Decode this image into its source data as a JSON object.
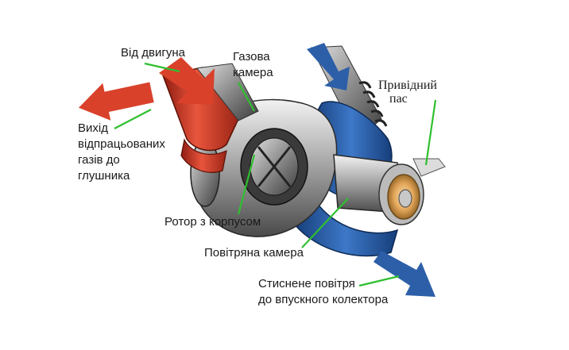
{
  "labels": {
    "from_engine": "Від двигуна",
    "gas_chamber": [
      "Газова",
      "камера"
    ],
    "drive_belt": [
      "Привідний",
      "пас"
    ],
    "exhaust_out": [
      "Вихід",
      "відпрацьованих",
      "газів до",
      "глушника"
    ],
    "rotor_housing": "Ротор з  корпусом",
    "air_chamber": "Повітряна камера",
    "compressed_air": [
      "Стиснене повітря",
      "до впускного колектора"
    ]
  },
  "colors": {
    "hot_arrow": "#d9412b",
    "cold_arrow": "#2d5fa8",
    "leader_line": "#2fbf2f",
    "text": "#1a1a1a"
  }
}
